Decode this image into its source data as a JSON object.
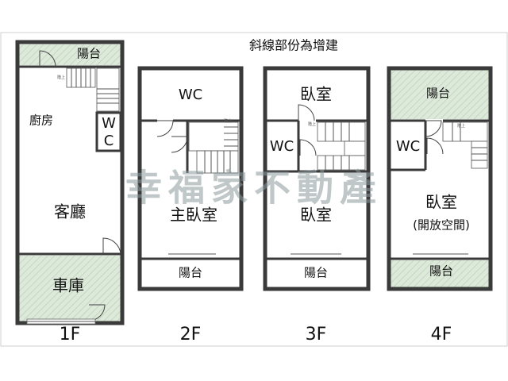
{
  "note": "斜線部份為增建",
  "watermark": "幸福家不動產",
  "floors": {
    "f1": {
      "label": "1F",
      "balcony": "陽台",
      "kitchen": "廚房",
      "wc_top": "W",
      "wc_bottom": "C",
      "living": "客廳",
      "garage": "車庫"
    },
    "f2": {
      "label": "2F",
      "wc": "WC",
      "master_bedroom": "主臥室",
      "balcony": "陽台"
    },
    "f3": {
      "label": "3F",
      "bedroom_top": "臥室",
      "wc": "WC",
      "bedroom_bottom": "臥室",
      "balcony": "陽台"
    },
    "f4": {
      "label": "4F",
      "balcony_top": "陽台",
      "wc": "WC",
      "bedroom": "臥室",
      "bedroom_note": "(開放空間)",
      "balcony_bottom": "陽台"
    }
  },
  "stair_labels": [
    "階上",
    "階上",
    "階上",
    "階上"
  ],
  "colors": {
    "wall": "#3a3a3a",
    "hatch_area": "#d9e8d6",
    "watermark": "#8c9a9e"
  }
}
